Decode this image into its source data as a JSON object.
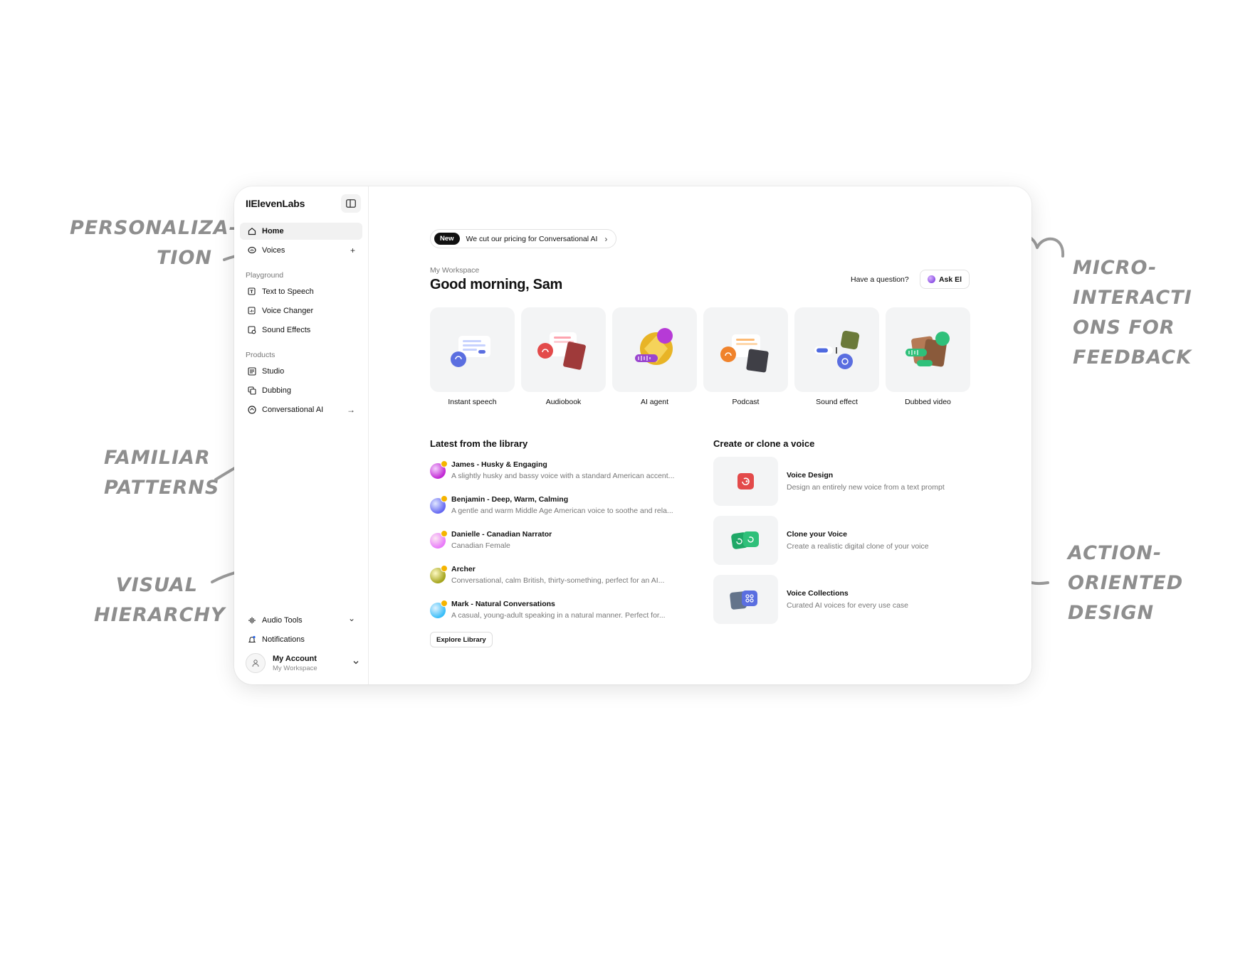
{
  "annotations": [
    {
      "id": "personalization",
      "lines": [
        "Personaliza-",
        "tion"
      ]
    },
    {
      "id": "familiar-patterns",
      "lines": [
        "Familiar",
        "Patterns"
      ]
    },
    {
      "id": "visual-hierarchy",
      "lines": [
        "Visual",
        "Hierarchy"
      ]
    },
    {
      "id": "micro-interactions",
      "lines": [
        "Micro-",
        "Interacti",
        "ons for",
        "Feedback"
      ]
    },
    {
      "id": "action-oriented",
      "lines": [
        "Action-",
        "Oriented",
        "Design"
      ]
    }
  ],
  "sidebar": {
    "brand": "IIElevenLabs",
    "items": [
      {
        "label": "Home",
        "icon": "home-icon"
      },
      {
        "label": "Voices",
        "icon": "voices-icon",
        "trail": "+"
      }
    ],
    "playground_label": "Playground",
    "playground": [
      {
        "label": "Text to Speech",
        "icon": "text-to-speech-icon"
      },
      {
        "label": "Voice Changer",
        "icon": "voice-changer-icon"
      },
      {
        "label": "Sound Effects",
        "icon": "sound-effects-icon"
      }
    ],
    "products_label": "Products",
    "products": [
      {
        "label": "Studio",
        "icon": "studio-icon"
      },
      {
        "label": "Dubbing",
        "icon": "dubbing-icon"
      },
      {
        "label": "Conversational AI",
        "icon": "conversational-ai-icon",
        "trail": "→"
      }
    ],
    "bottom": [
      {
        "label": "Audio Tools",
        "icon": "audio-tools-icon",
        "trail": "⌄"
      },
      {
        "label": "Notifications",
        "icon": "bell-icon"
      }
    ],
    "account": {
      "name": "My Account",
      "workspace": "My Workspace"
    }
  },
  "main": {
    "promo": {
      "badge": "New",
      "text": "We cut our pricing for Conversational AI"
    },
    "workspace_label": "My Workspace",
    "greeting": "Good morning, Sam",
    "question": "Have a question?",
    "ask_label": "Ask El",
    "tiles": [
      {
        "label": "Instant speech"
      },
      {
        "label": "Audiobook"
      },
      {
        "label": "AI agent"
      },
      {
        "label": "Podcast"
      },
      {
        "label": "Sound effect"
      },
      {
        "label": "Dubbed video"
      }
    ],
    "library_title": "Latest from the library",
    "library": [
      {
        "name": "James - Husky & Engaging",
        "desc": "A slightly husky and bassy voice with a standard American accent...",
        "color": "#c026d3"
      },
      {
        "name": "Benjamin - Deep, Warm, Calming",
        "desc": "A gentle and warm Middle Age American voice to soothe and rela...",
        "color": "#6366f1"
      },
      {
        "name": "Danielle - Canadian Narrator",
        "desc": "Canadian Female",
        "color": "#e879f9"
      },
      {
        "name": "Archer",
        "desc": "Conversational, calm British, thirty-something, perfect for an AI...",
        "color": "#a3a31a"
      },
      {
        "name": "Mark - Natural Conversations",
        "desc": "A casual, young-adult speaking in a natural manner. Perfect for...",
        "color": "#38bdf8"
      }
    ],
    "explore_label": "Explore Library",
    "create_title": "Create or clone a voice",
    "create": [
      {
        "name": "Voice Design",
        "desc": "Design an entirely new voice from a text prompt"
      },
      {
        "name": "Clone your Voice",
        "desc": "Create a realistic digital clone of your voice"
      },
      {
        "name": "Voice Collections",
        "desc": "Curated AI voices for every use case"
      }
    ]
  }
}
